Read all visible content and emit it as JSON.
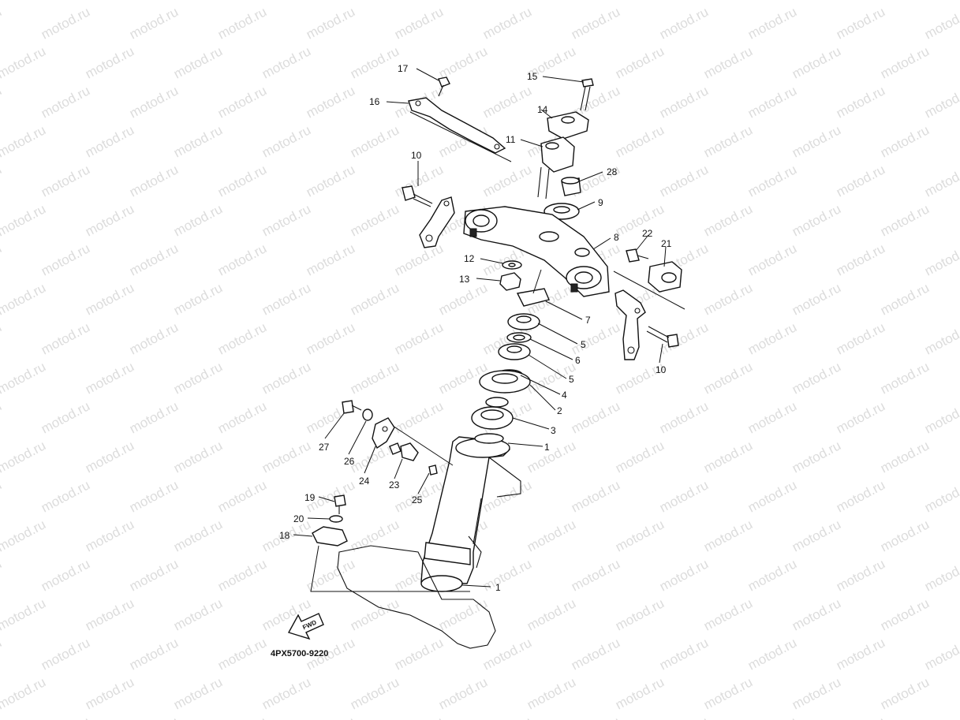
{
  "watermark": {
    "text": "motod.ru"
  },
  "diagram": {
    "code": "4PX5700-9220",
    "fwd_label": "FWD",
    "callouts": {
      "c1a": "1",
      "c1b": "1",
      "c2": "2",
      "c3": "3",
      "c4": "4",
      "c5a": "5",
      "c5b": "5",
      "c6": "6",
      "c7": "7",
      "c8": "8",
      "c9": "9",
      "c10a": "10",
      "c10b": "10",
      "c11": "11",
      "c12": "12",
      "c13": "13",
      "c14": "14",
      "c15": "15",
      "c16": "16",
      "c17": "17",
      "c18": "18",
      "c19": "19",
      "c20": "20",
      "c21": "21",
      "c22": "22",
      "c23": "23",
      "c24": "24",
      "c25": "25",
      "c26": "26",
      "c27": "27",
      "c28": "28"
    }
  }
}
